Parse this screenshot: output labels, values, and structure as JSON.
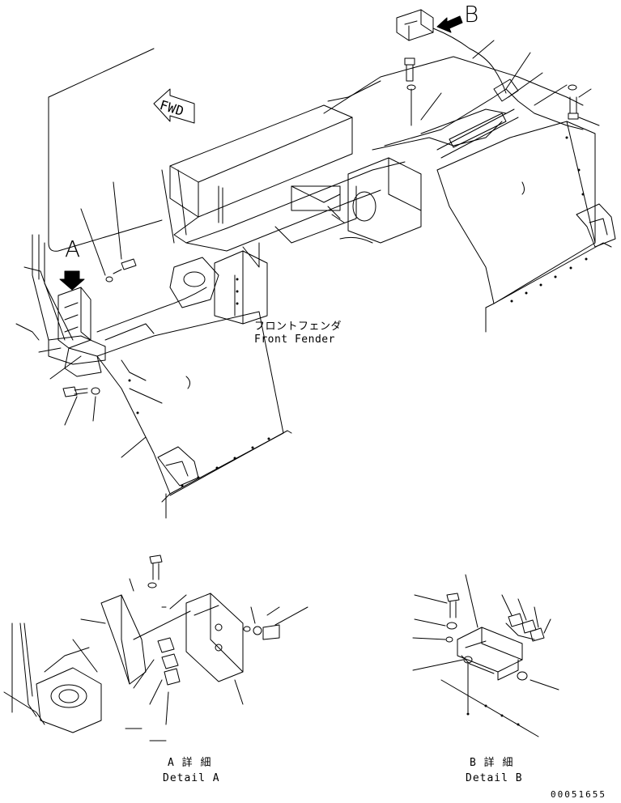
{
  "view_a_letter": "A",
  "view_b_letter": "B",
  "fwd_label": "FWD",
  "front_fender": {
    "label_jp": "フロントフェンダ",
    "label_en": "Front Fender"
  },
  "detail_a": {
    "label_jp": "A 詳 細",
    "label_en": "Detail A"
  },
  "detail_b": {
    "label_jp": "B 詳 細",
    "label_en": "Detail B"
  },
  "drawing_number": "00051655"
}
